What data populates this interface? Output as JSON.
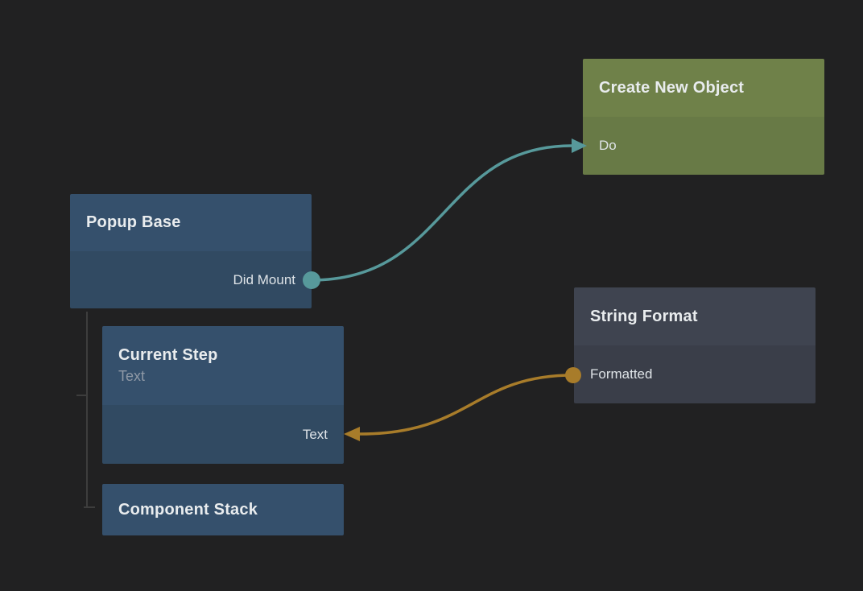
{
  "colors": {
    "canvas_bg": "#212122",
    "node_blue_header": "#35506c",
    "node_blue_body": "#314a62",
    "node_green_header": "#6f8149",
    "node_green_body": "#687a46",
    "node_gray_header": "#3f4450",
    "node_gray_body": "#3a3e49",
    "text_title": "#e9ecee",
    "text_port": "#dfe4e8",
    "text_subtitle": "#8f99a6",
    "tree_line": "#3d3d3d"
  },
  "nodes": {
    "popup_base": {
      "title": "Popup Base",
      "output_label": "Did Mount"
    },
    "create_new_object": {
      "title": "Create New Object",
      "input_label": "Do"
    },
    "current_step": {
      "title": "Current Step",
      "subtitle": "Text",
      "input_label": "Text"
    },
    "component_stack": {
      "title": "Component Stack"
    },
    "string_format": {
      "title": "String Format",
      "output_label": "Formatted"
    }
  },
  "connections": [
    {
      "from_node": "Popup Base",
      "from_port": "Did Mount",
      "to_node": "Create New Object",
      "to_port": "Do",
      "color": "#57999b"
    },
    {
      "from_node": "String Format",
      "from_port": "Formatted",
      "to_node": "Current Step",
      "to_port": "Text",
      "color": "#a87c2a"
    }
  ],
  "hierarchy": {
    "parent": "Popup Base",
    "children": [
      "Current Step",
      "Component Stack"
    ]
  }
}
